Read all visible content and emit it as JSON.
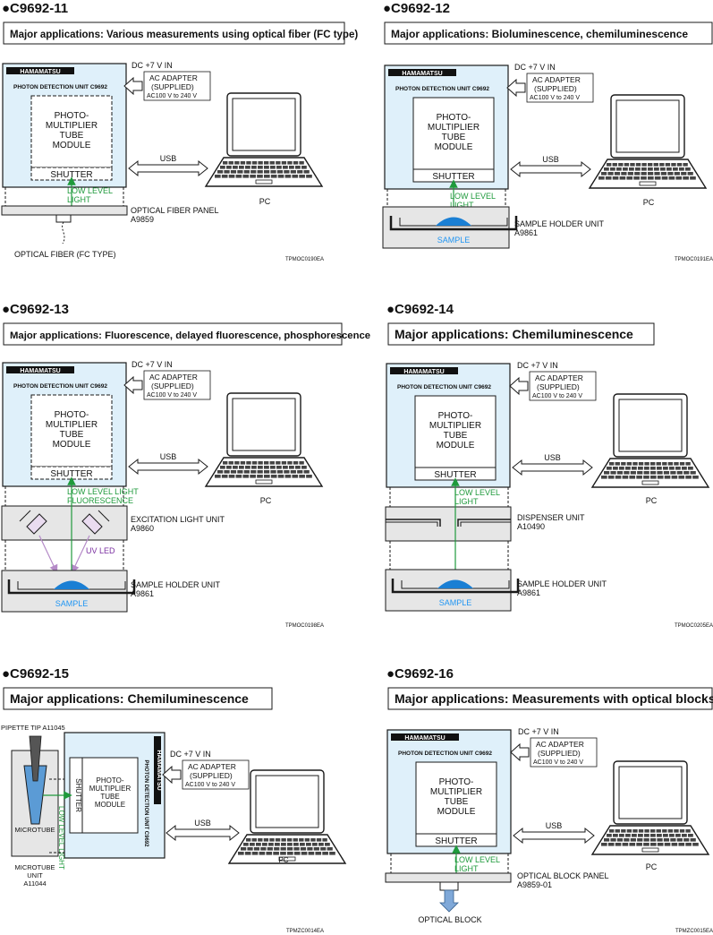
{
  "panels": [
    {
      "id": "C9692-11",
      "heading": "●C9692-11",
      "app": "Major applications: Various measurements using optical fiber (FC type)",
      "brand": "HAMAMATSU",
      "unit_title": "PHOTON DETECTION UNIT C9692",
      "module_lines": [
        "PHOTO-",
        "MULTIPLIER",
        "TUBE",
        "MODULE"
      ],
      "shutter": "SHUTTER",
      "dc": "DC +7 V IN",
      "adapter_lines": [
        "AC ADAPTER",
        "(SUPPLIED)",
        "AC100 V to 240 V"
      ],
      "usb": "USB",
      "pc": "PC",
      "light_lines": [
        "LOW LEVEL",
        "LIGHT"
      ],
      "labels": [
        {
          "lines": [
            "OPTICAL FIBER PANEL",
            "A9859"
          ]
        },
        {
          "lines": [
            "OPTICAL FIBER (FC TYPE)"
          ]
        }
      ],
      "code": "TPMOC0190EA"
    },
    {
      "id": "C9692-12",
      "heading": "●C9692-12",
      "app": "Major applications: Bioluminescence, chemiluminescence",
      "brand": "HAMAMATSU",
      "unit_title": "PHOTON DETECTION UNIT C9692",
      "module_lines": [
        "PHOTO-",
        "MULTIPLIER",
        "TUBE",
        "MODULE"
      ],
      "shutter": "SHUTTER",
      "dc": "DC +7 V IN",
      "adapter_lines": [
        "AC ADAPTER",
        "(SUPPLIED)",
        "AC100 V to 240 V"
      ],
      "usb": "USB",
      "pc": "PC",
      "light_lines": [
        "LOW LEVEL",
        "LIGHT"
      ],
      "labels": [
        {
          "lines": [
            "SAMPLE HOLDER UNIT",
            "A9861"
          ]
        }
      ],
      "sample": "SAMPLE",
      "code": "TPMOC0191EA"
    },
    {
      "id": "C9692-13",
      "heading": "●C9692-13",
      "app": "Major applications: Fluorescence, delayed fluorescence, phosphorescence",
      "brand": "HAMAMATSU",
      "unit_title": "PHOTON DETECTION UNIT C9692",
      "module_lines": [
        "PHOTO-",
        "MULTIPLIER",
        "TUBE",
        "MODULE"
      ],
      "shutter": "SHUTTER",
      "dc": "DC +7 V IN",
      "adapter_lines": [
        "AC ADAPTER",
        "(SUPPLIED)",
        "AC100 V to 240 V"
      ],
      "usb": "USB",
      "pc": "PC",
      "light_lines": [
        "LOW LEVEL LIGHT",
        "FLUORESCENCE"
      ],
      "labels": [
        {
          "lines": [
            "EXCITATION LIGHT UNIT",
            "A9860"
          ]
        },
        {
          "lines": [
            "SAMPLE HOLDER UNIT",
            "A9861"
          ]
        }
      ],
      "uv_led": "UV LED",
      "sample": "SAMPLE",
      "code": "TPMOC0198EA"
    },
    {
      "id": "C9692-14",
      "heading": "●C9692-14",
      "app": "Major applications: Chemiluminescence",
      "brand": "HAMAMATSU",
      "unit_title": "PHOTON DETECTION UNIT C9692",
      "module_lines": [
        "PHOTO-",
        "MULTIPLIER",
        "TUBE",
        "MODULE"
      ],
      "shutter": "SHUTTER",
      "dc": "DC +7 V IN",
      "adapter_lines": [
        "AC ADAPTER",
        "(SUPPLIED)",
        "AC100 V to 240 V"
      ],
      "usb": "USB",
      "pc": "PC",
      "light_lines": [
        "LOW LEVEL",
        "LIGHT"
      ],
      "labels": [
        {
          "lines": [
            "DISPENSER UNIT",
            "A10490"
          ]
        },
        {
          "lines": [
            "SAMPLE HOLDER UNIT",
            "A9861"
          ]
        }
      ],
      "sample": "SAMPLE",
      "code": "TPMOC0205EA"
    },
    {
      "id": "C9692-15",
      "heading": "●C9692-15",
      "app": "Major applications: Chemiluminescence",
      "brand": "HAMAMATSU",
      "unit_title": "PHOTON DETECTION UNIT C9692",
      "module_lines": [
        "PHOTO-",
        "MULTIPLIER",
        "TUBE",
        "MODULE"
      ],
      "shutter": "SHUTTER",
      "dc": "DC +7 V IN",
      "adapter_lines": [
        "AC ADAPTER",
        "(SUPPLIED)",
        "AC100 V to 240 V"
      ],
      "usb": "USB",
      "pc": "PC",
      "light_lines": [
        "LOW LEVEL LIGHT"
      ],
      "labels": [
        {
          "lines": [
            "PIPETTE TIP A11045"
          ]
        },
        {
          "lines": [
            "MICROTUBE"
          ]
        },
        {
          "lines": [
            "MICROTUBE",
            "UNIT",
            "A11044"
          ]
        }
      ],
      "code": "TPMZC0014EA"
    },
    {
      "id": "C9692-16",
      "heading": "●C9692-16",
      "app": "Major applications: Measurements with optical blocks",
      "brand": "HAMAMATSU",
      "unit_title": "PHOTON DETECTION UNIT C9692",
      "module_lines": [
        "PHOTO-",
        "MULTIPLIER",
        "TUBE",
        "MODULE"
      ],
      "shutter": "SHUTTER",
      "dc": "DC +7 V IN",
      "adapter_lines": [
        "AC ADAPTER",
        "(SUPPLIED)",
        "AC100 V to 240 V"
      ],
      "usb": "USB",
      "pc": "PC",
      "light_lines": [
        "LOW LEVEL",
        "LIGHT"
      ],
      "labels": [
        {
          "lines": [
            "OPTICAL BLOCK PANEL",
            "A9859-01"
          ]
        },
        {
          "lines": [
            "OPTICAL BLOCK"
          ]
        }
      ],
      "code": "TPMZC0015EA"
    }
  ],
  "colors": {
    "unit_fill": "#dff0fa",
    "panel_fill": "#e6e6e6",
    "light": "#1f9a3c",
    "sample": "#1a7fd4",
    "sample_text": "#2196f3",
    "uv": "#7a2fa0",
    "stroke": "#1a1a1a"
  }
}
